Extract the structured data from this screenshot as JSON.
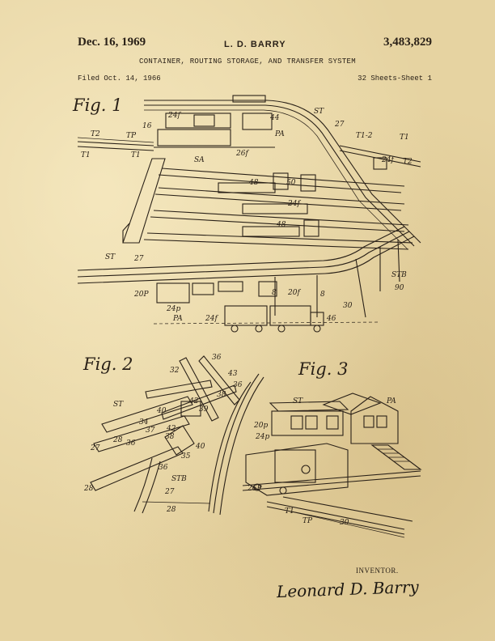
{
  "header": {
    "date": "Dec. 16, 1969",
    "inventor": "L. D. BARRY",
    "patent_number": "3,483,829",
    "title": "CONTAINER, ROUTING STORAGE, AND TRANSFER SYSTEM",
    "filed": "Filed Oct. 14, 1966",
    "sheets": "32 Sheets-Sheet 1"
  },
  "figures": {
    "fig1": {
      "label": "Fig. 1",
      "callouts": [
        "24f",
        "16",
        "T2",
        "TP",
        "T1",
        "T1",
        "44",
        "PA",
        "ST",
        "27",
        "T1-2",
        "T1",
        "24f",
        "T2",
        "26f",
        "SA",
        "48",
        "50",
        "24f",
        "48",
        "ST",
        "27",
        "STB",
        "90",
        "20P",
        "24p",
        "8",
        "20f",
        "8",
        "30",
        "46",
        "PA",
        "24f"
      ]
    },
    "fig2": {
      "label": "Fig. 2",
      "callouts": [
        "36",
        "32",
        "43",
        "36",
        "38",
        "42",
        "39",
        "ST",
        "40",
        "34",
        "42",
        "38",
        "37",
        "28",
        "36",
        "35",
        "40",
        "27",
        "36",
        "STB",
        "28",
        "27",
        "28"
      ]
    },
    "fig3": {
      "label": "Fig. 3",
      "callouts": [
        "ST",
        "PA",
        "20p",
        "24p",
        "26P",
        "T1",
        "TP",
        "30"
      ]
    }
  },
  "footer": {
    "inventor_label": "INVENTOR.",
    "signature": "Leonard D. Barry"
  }
}
